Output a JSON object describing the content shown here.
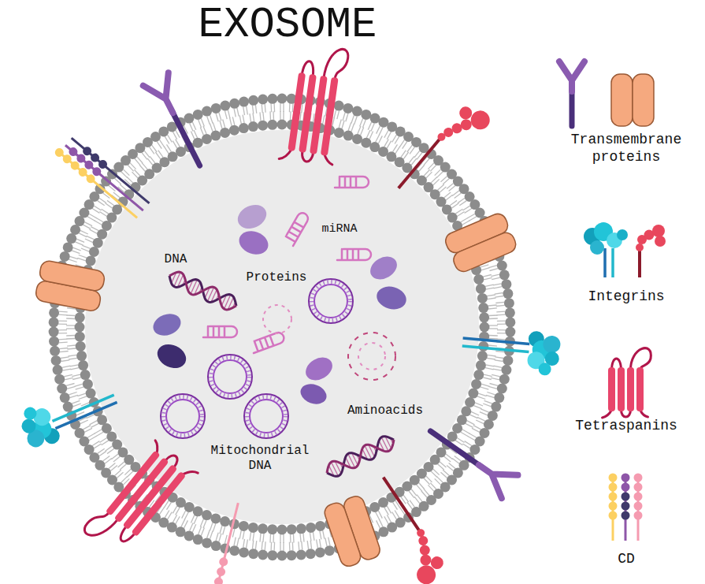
{
  "diagram": {
    "title": "EXOSOME",
    "labels": [
      "miRNA",
      "DNA",
      "Proteins",
      "Aminoacids",
      "Mitochondrial DNA"
    ],
    "legend": [
      {
        "text": "Transmembrane proteins"
      },
      {
        "text": "Integrins"
      },
      {
        "text": "Tetraspanins"
      },
      {
        "text": "CD"
      }
    ]
  }
}
